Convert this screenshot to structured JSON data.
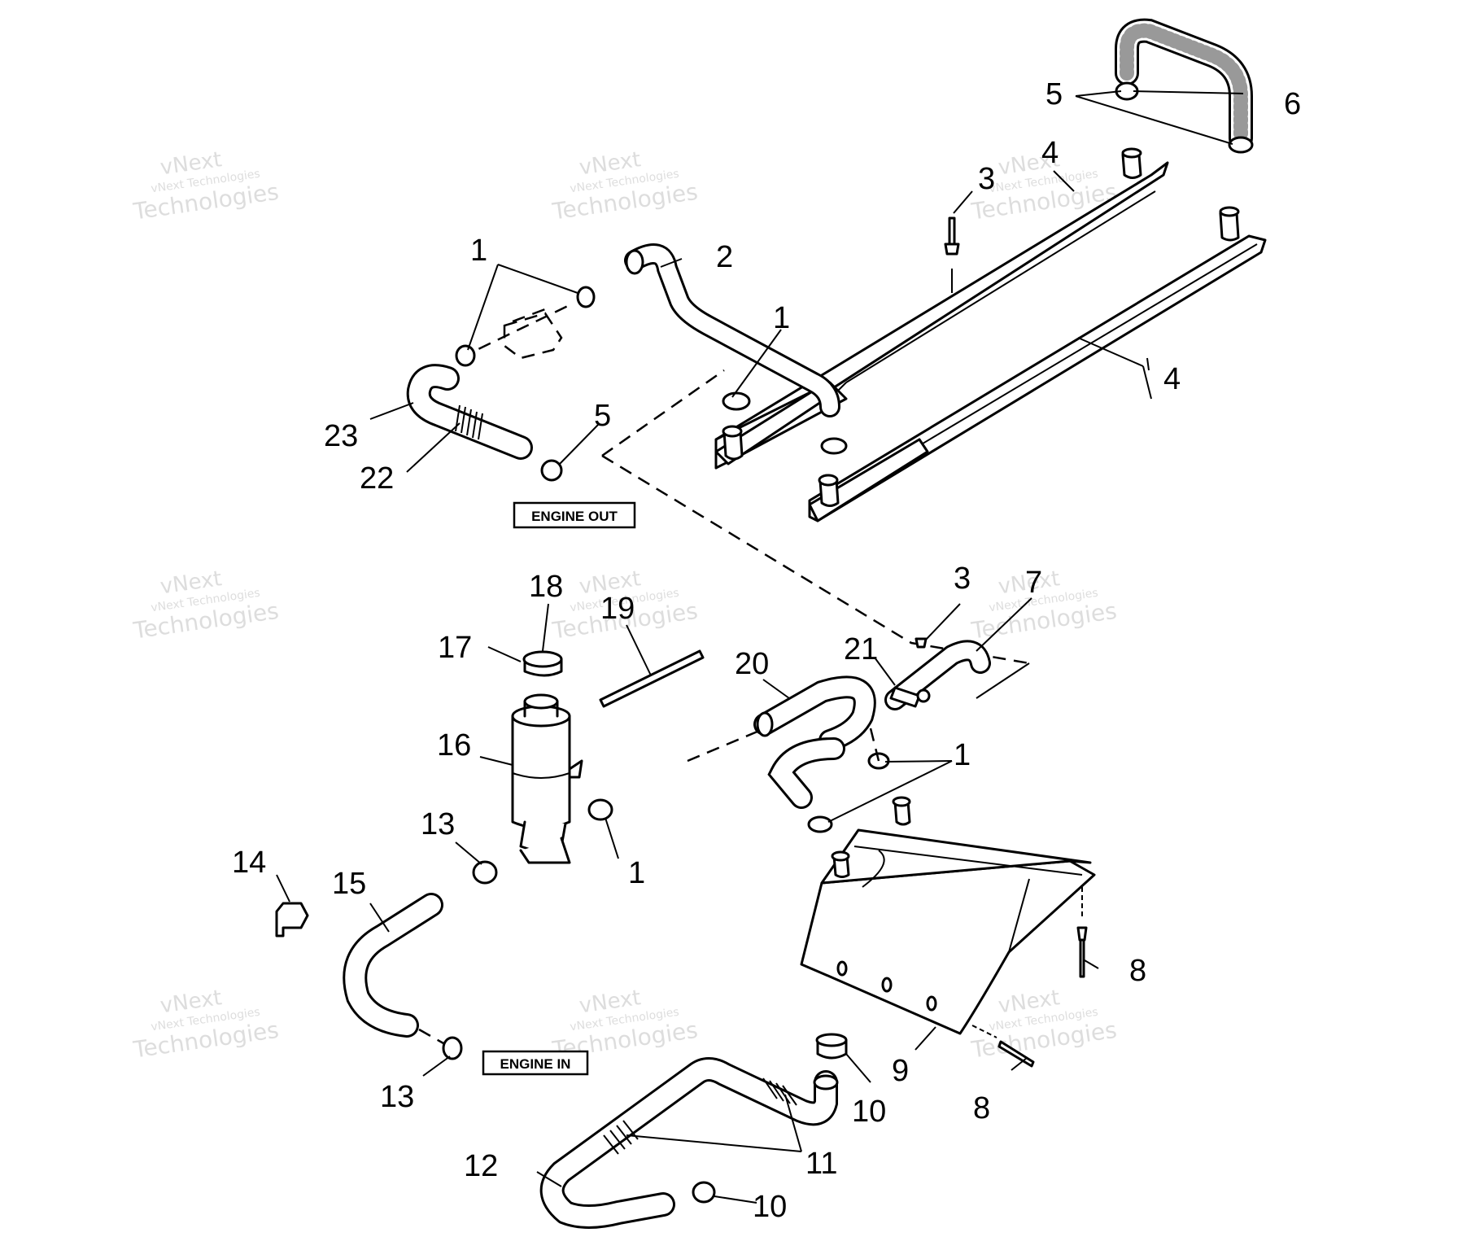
{
  "labels": {
    "engine_out": "ENGINE OUT",
    "engine_in": "ENGINE IN"
  },
  "callouts": {
    "c1a": "1",
    "c1b": "1",
    "c1c": "1",
    "c1d": "1",
    "c2": "2",
    "c3a": "3",
    "c3b": "3",
    "c4a": "4",
    "c4b": "4",
    "c5a": "5",
    "c5b": "5",
    "c6": "6",
    "c7": "7",
    "c8a": "8",
    "c8b": "8",
    "c9": "9",
    "c10a": "10",
    "c10b": "10",
    "c11": "11",
    "c12": "12",
    "c13a": "13",
    "c13b": "13",
    "c14": "14",
    "c15": "15",
    "c16": "16",
    "c17": "17",
    "c18": "18",
    "c19": "19",
    "c20": "20",
    "c21": "21",
    "c22": "22",
    "c23": "23"
  },
  "watermark": {
    "line1": "vNext",
    "line2": "vNext Technologies",
    "line3": "Technologies"
  }
}
